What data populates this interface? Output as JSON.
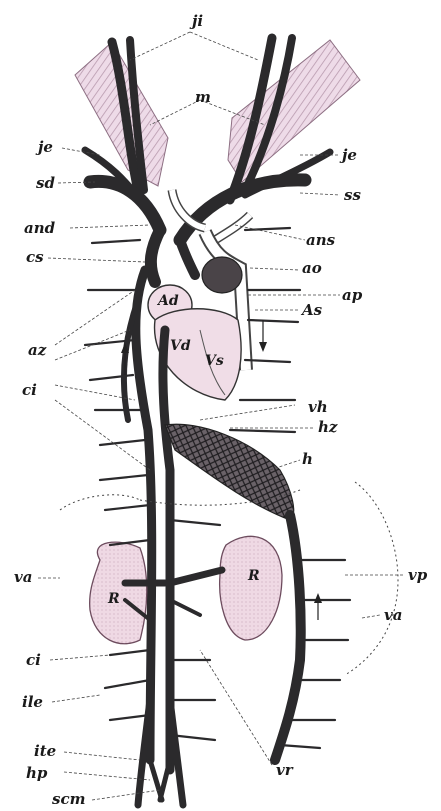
{
  "labels": {
    "ji": "ji",
    "m": "m",
    "je_left": "je",
    "je_right": "je",
    "sd": "sd",
    "ss": "ss",
    "and": "and",
    "ans": "ans",
    "cs": "cs",
    "ao": "ao",
    "ap": "ap",
    "As": "As",
    "az": "az",
    "ci_upper": "ci",
    "vh": "vh",
    "hz": "hz",
    "h": "h",
    "vp": "vp",
    "va_left": "va",
    "va_right": "va",
    "ci_lower": "ci",
    "ile": "ile",
    "ite": "ite",
    "hp": "hp",
    "scm": "scm",
    "vr": "vr"
  },
  "organs": {
    "Ad": "Ad",
    "Vd": "Vd",
    "Vs": "Vs",
    "R_left": "R",
    "R_right": "R"
  },
  "colors": {
    "vessel": "#2b2a2c",
    "muscle_fill": "#e8d6e4",
    "kidney_fill": "#ecd3df",
    "heart_fill": "#f0dde7"
  }
}
